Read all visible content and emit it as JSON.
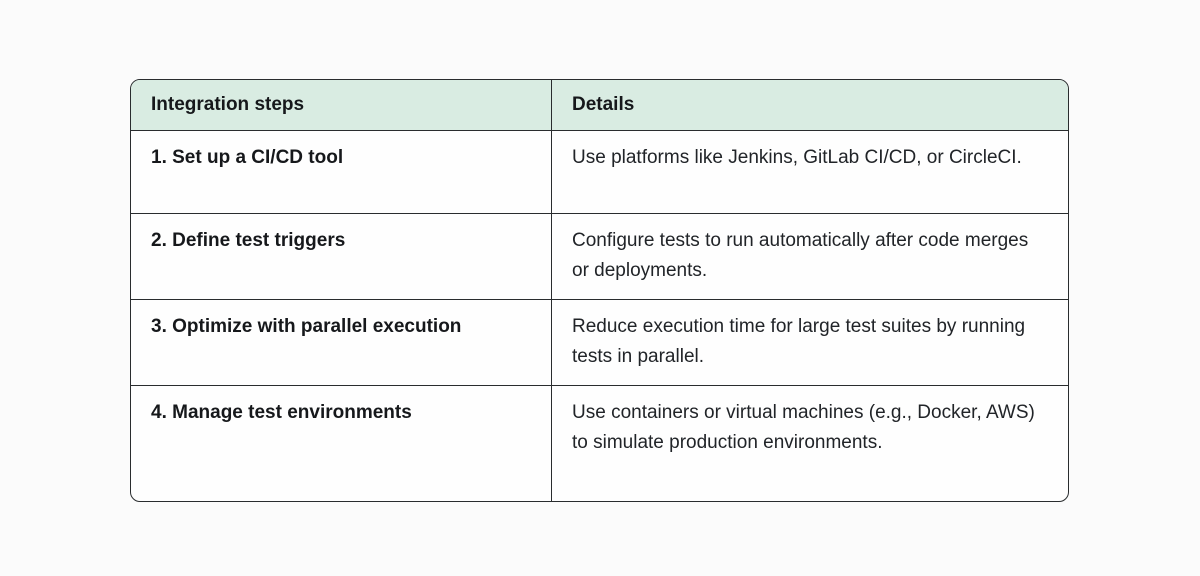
{
  "page": {
    "background_color": "#fbfbfb"
  },
  "table": {
    "header": {
      "col1": "Integration steps",
      "col2": "Details"
    },
    "rows": [
      {
        "step": "1. Set up a CI/CD tool",
        "details": "Use platforms like Jenkins, GitLab CI/CD, or CircleCI."
      },
      {
        "step": "2. Define test triggers",
        "details": "Configure tests to run automatically after code merges or deployments."
      },
      {
        "step": "3. Optimize with parallel execution",
        "details": "Reduce execution time for large test suites by running tests in parallel."
      },
      {
        "step": "4. Manage test environments",
        "details": "Use containers or virtual machines (e.g., Docker, AWS) to simulate production environments."
      }
    ],
    "colors": {
      "header_bg": "#d9ece2",
      "border": "#292c2e",
      "row_bg": "#fefefe",
      "step_text": "#16181b",
      "details_text": "#212428",
      "page_bg": "#fbfbfb"
    }
  }
}
